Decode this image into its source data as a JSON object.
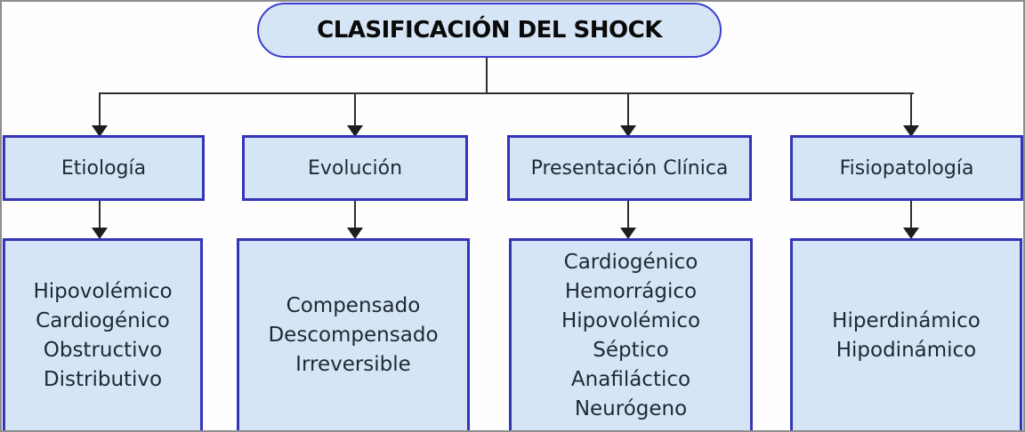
{
  "diagram": {
    "title": "CLASIFICACIÓN DEL SHOCK",
    "branches": [
      {
        "label": "Etiología",
        "items": [
          "Hipovolémico",
          "Cardiogénico",
          "Obstructivo",
          "Distributivo"
        ]
      },
      {
        "label": "Evolución",
        "items": [
          "Compensado",
          "Descompensado",
          "Irreversible"
        ]
      },
      {
        "label": "Presentación Clínica",
        "items": [
          "Cardiogénico",
          "Hemorrágico",
          "Hipovolémico",
          "Séptico",
          "Anafiláctico",
          "Neurógeno"
        ]
      },
      {
        "label": "Fisiopatología",
        "items": [
          "Hiperdinámico",
          "Hipodinámico"
        ]
      }
    ],
    "colors": {
      "node_fill": "#d6e5f5",
      "node_border": "#3434b8",
      "root_border": "#3d3dcf",
      "connector": "#2e2e2e",
      "text": "#1e2935",
      "frame": "#8e8e8e"
    }
  }
}
